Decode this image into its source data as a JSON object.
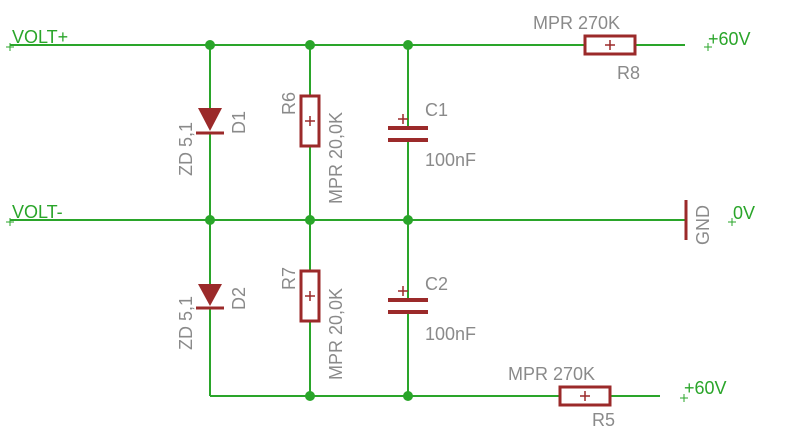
{
  "nets": {
    "volt_plus": "VOLT+",
    "volt_minus": "VOLT-",
    "plus60_top": "+60V",
    "plus60_bottom": "+60V",
    "zero_v": "0V",
    "gnd": "GND"
  },
  "components": {
    "d1": {
      "ref": "D1",
      "value": "ZD 5,1"
    },
    "d2": {
      "ref": "D2",
      "value": "ZD 5,1"
    },
    "r6": {
      "ref": "R6",
      "value": "MPR 20,0K"
    },
    "r7": {
      "ref": "R7",
      "value": "MPR 20,0K"
    },
    "c1": {
      "ref": "C1",
      "value": "100nF"
    },
    "c2": {
      "ref": "C2",
      "value": "100nF"
    },
    "r8": {
      "ref": "R8",
      "value": "MPR 270K"
    },
    "r5": {
      "ref": "R5",
      "value": "MPR 270K"
    }
  },
  "colors": {
    "wire": "#2aa52a",
    "component": "#9b2a2a",
    "label": "#8a8a8a"
  }
}
